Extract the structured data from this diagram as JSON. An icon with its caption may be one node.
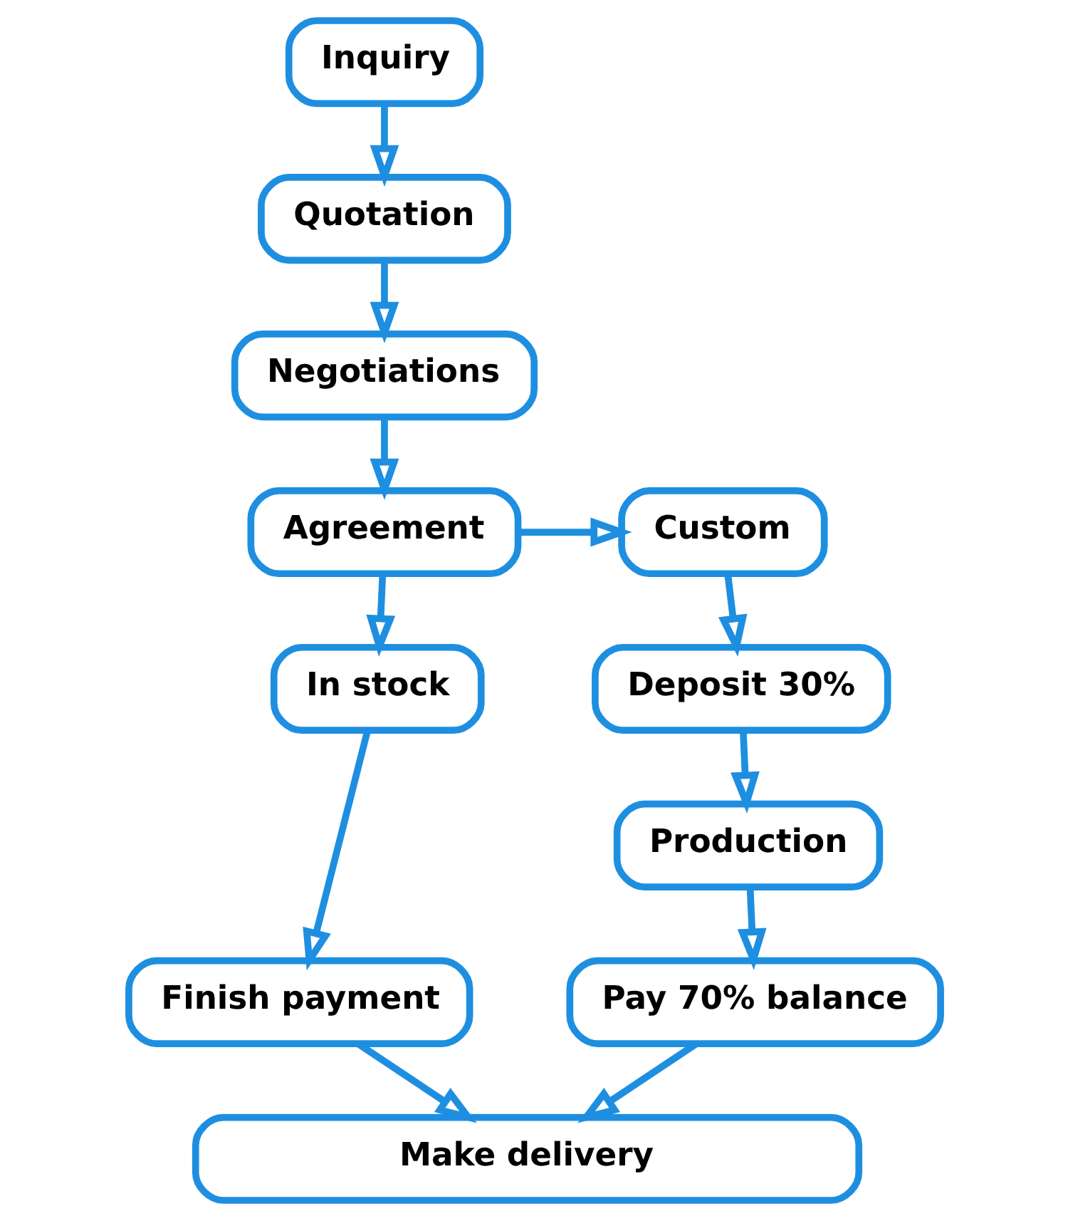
{
  "diagram": {
    "nodes": [
      {
        "text": [
          "Inquiry"
        ]
      },
      {
        "text": [
          "Quotation"
        ]
      },
      {
        "text": [
          "Negotiations"
        ]
      },
      {
        "text": [
          "Agreement"
        ]
      },
      {
        "text": [
          "Custom"
        ]
      },
      {
        "text": [
          "In stock"
        ]
      },
      {
        "text": [
          "Deposit 30%"
        ]
      },
      {
        "text": [
          "Finish payment"
        ]
      },
      {
        "text": [
          "Production"
        ]
      },
      {
        "text": [
          "Pay 70% balance"
        ]
      },
      {
        "text": [
          "Make delivery"
        ]
      }
    ],
    "edges": [
      {
        "from": 0,
        "to": 1,
        "arrow": "to"
      },
      {
        "from": 1,
        "to": 2,
        "arrow": "to"
      },
      {
        "from": 2,
        "to": 3,
        "arrow": "to"
      },
      {
        "from": 3,
        "to": 4,
        "arrow": "to"
      },
      {
        "from": 3,
        "to": 5,
        "arrow": "to"
      },
      {
        "from": 4,
        "to": 6,
        "arrow": "to"
      },
      {
        "from": 5,
        "to": 7,
        "arrow": "to"
      },
      {
        "from": 6,
        "to": 8,
        "arrow": "to"
      },
      {
        "from": 8,
        "to": 9,
        "arrow": "to"
      },
      {
        "from": 7,
        "to": 10,
        "arrow": "to"
      },
      {
        "from": 9,
        "to": 10,
        "arrow": "to"
      }
    ]
  }
}
